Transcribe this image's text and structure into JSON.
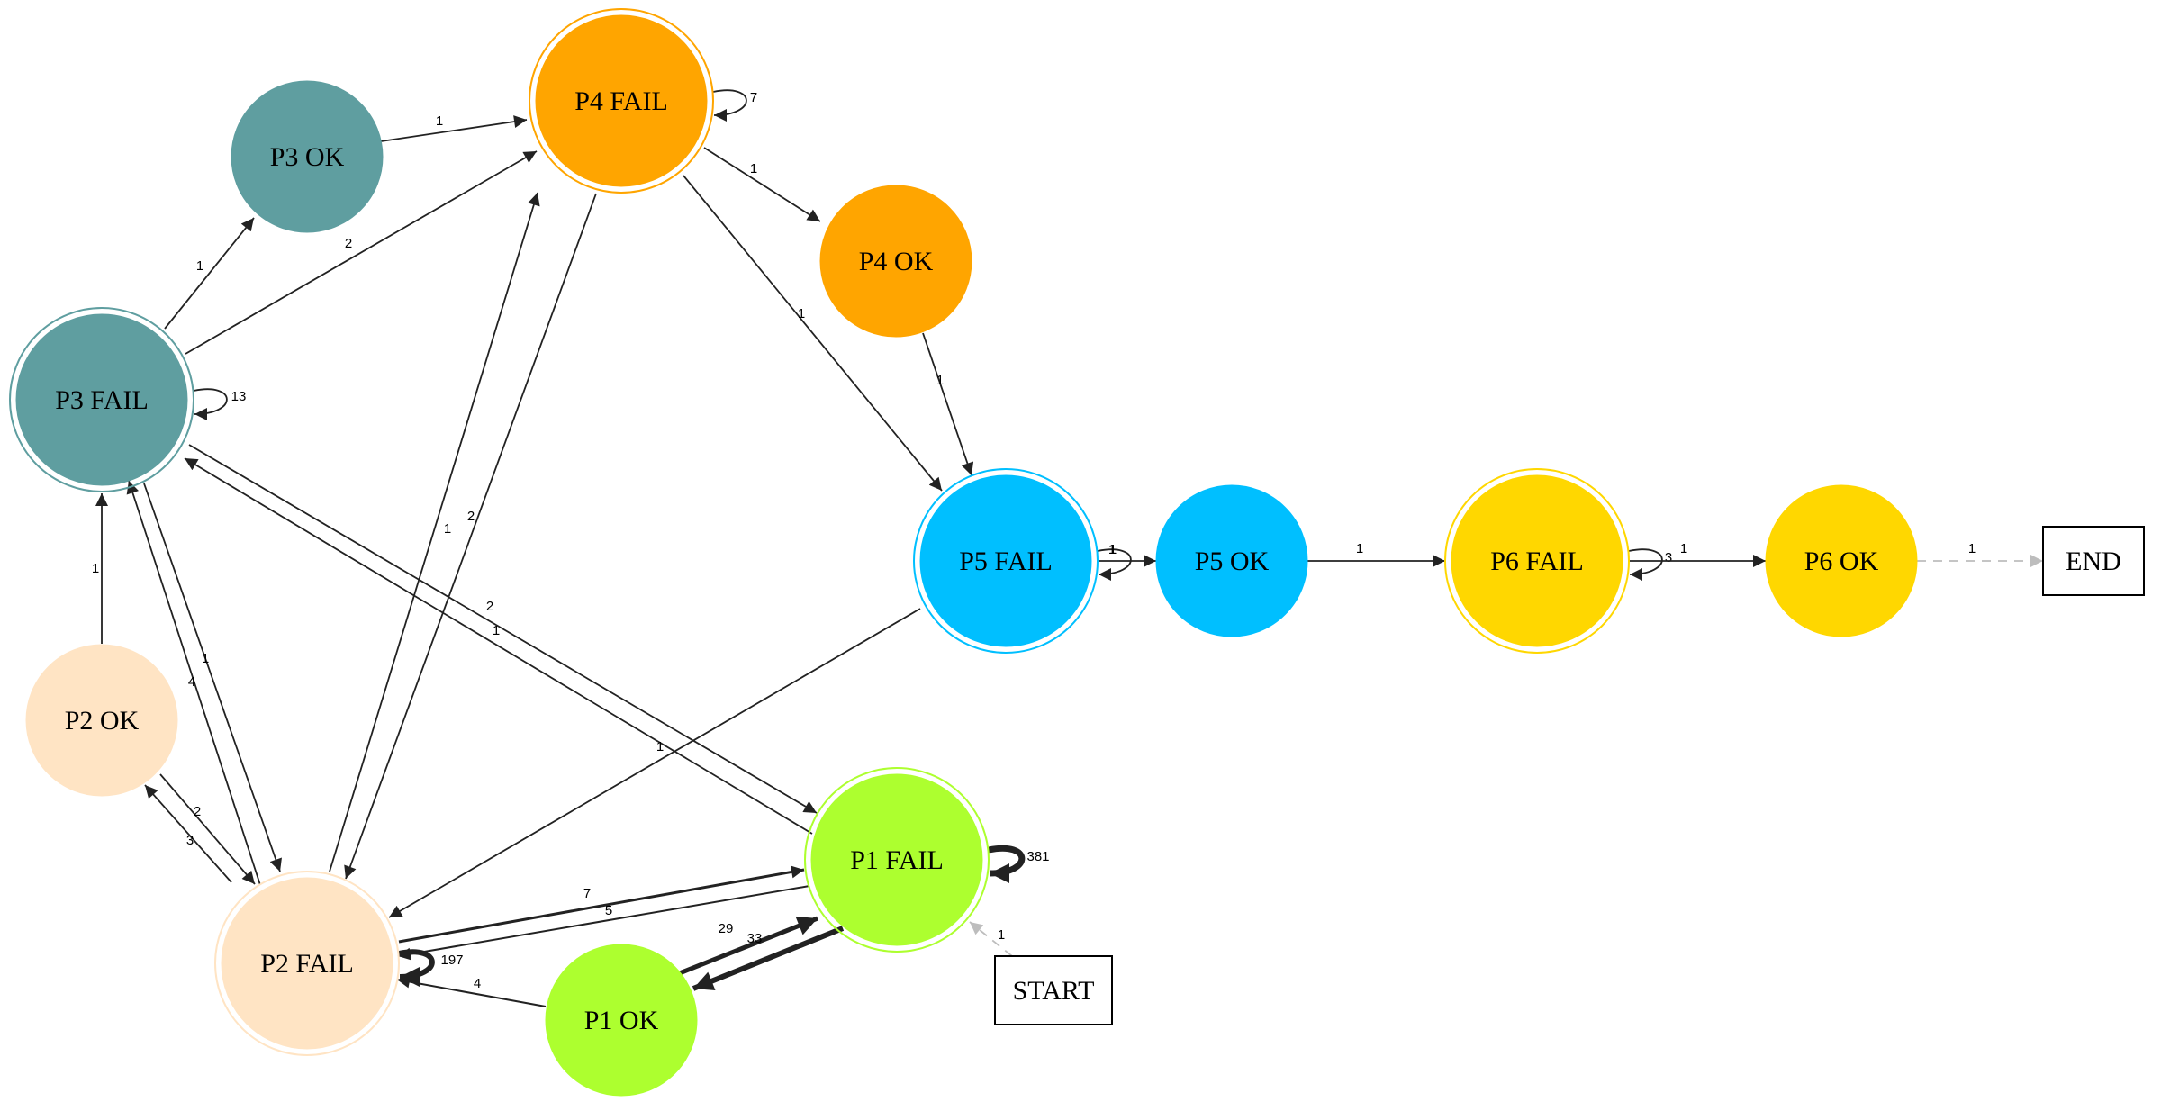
{
  "nodes": [
    {
      "id": "p4fail",
      "label": "P4 FAIL",
      "color": "#FFA500",
      "shape": "doublecircle"
    },
    {
      "id": "p3ok",
      "label": "P3 OK",
      "color": "#5F9EA0",
      "shape": "circle"
    },
    {
      "id": "p4ok",
      "label": "P4 OK",
      "color": "#FFA500",
      "shape": "circle"
    },
    {
      "id": "p3fail",
      "label": "P3 FAIL",
      "color": "#5F9EA0",
      "shape": "doublecircle"
    },
    {
      "id": "p5fail",
      "label": "P5 FAIL",
      "color": "#00BFFF",
      "shape": "doublecircle"
    },
    {
      "id": "p5ok",
      "label": "P5 OK",
      "color": "#00BFFF",
      "shape": "circle"
    },
    {
      "id": "p6fail",
      "label": "P6 FAIL",
      "color": "#FFD700",
      "shape": "doublecircle"
    },
    {
      "id": "p6ok",
      "label": "P6 OK",
      "color": "#FFD700",
      "shape": "circle"
    },
    {
      "id": "end",
      "label": "END",
      "color": "#ffffff",
      "shape": "box"
    },
    {
      "id": "p2ok",
      "label": "P2 OK",
      "color": "#FFE4C4",
      "shape": "circle"
    },
    {
      "id": "p1fail",
      "label": "P1 FAIL",
      "color": "#ADFF2F",
      "shape": "doublecircle"
    },
    {
      "id": "p2fail",
      "label": "P2 FAIL",
      "color": "#FFE4C4",
      "shape": "doublecircle"
    },
    {
      "id": "p1ok",
      "label": "P1 OK",
      "color": "#ADFF2F",
      "shape": "circle"
    },
    {
      "id": "start",
      "label": "START",
      "color": "#ffffff",
      "shape": "box"
    }
  ],
  "edges": [
    {
      "from": "p4fail",
      "to": "p4fail",
      "label": "7"
    },
    {
      "from": "p3ok",
      "to": "p4fail",
      "label": "1"
    },
    {
      "from": "p3fail",
      "to": "p3ok",
      "label": "1"
    },
    {
      "from": "p3fail",
      "to": "p4fail",
      "label": "2"
    },
    {
      "from": "p4fail",
      "to": "p4ok",
      "label": "1"
    },
    {
      "from": "p4fail",
      "to": "p5fail",
      "label": "1"
    },
    {
      "from": "p4ok",
      "to": "p5fail",
      "label": "1"
    },
    {
      "from": "p3fail",
      "to": "p3fail",
      "label": "13"
    },
    {
      "from": "p2ok",
      "to": "p3fail",
      "label": "1"
    },
    {
      "from": "p3fail",
      "to": "p2fail",
      "label": "1"
    },
    {
      "from": "p2fail",
      "to": "p3fail",
      "label": "4"
    },
    {
      "from": "p3fail",
      "to": "p1fail",
      "label": "2"
    },
    {
      "from": "p1fail",
      "to": "p3fail",
      "label": "1"
    },
    {
      "from": "p2fail",
      "to": "p4fail",
      "label": "1"
    },
    {
      "from": "p4fail",
      "to": "p2fail",
      "label": "2"
    },
    {
      "from": "p5fail",
      "to": "p5fail",
      "label": "1"
    },
    {
      "from": "p5fail",
      "to": "p5ok",
      "label": "1"
    },
    {
      "from": "p5ok",
      "to": "p6fail",
      "label": "1"
    },
    {
      "from": "p6fail",
      "to": "p6fail",
      "label": "3"
    },
    {
      "from": "p6fail",
      "to": "p6ok",
      "label": "1"
    },
    {
      "from": "p6ok",
      "to": "end",
      "label": "1"
    },
    {
      "from": "p5fail",
      "to": "p2fail",
      "label": "1"
    },
    {
      "from": "p2ok",
      "to": "p2fail",
      "label": "2"
    },
    {
      "from": "p2fail",
      "to": "p2ok",
      "label": "3"
    },
    {
      "from": "p2fail",
      "to": "p2fail",
      "label": "197"
    },
    {
      "from": "p2fail",
      "to": "p1fail",
      "label": "7"
    },
    {
      "from": "p1fail",
      "to": "p2fail",
      "label": "5"
    },
    {
      "from": "p1ok",
      "to": "p2fail",
      "label": "4"
    },
    {
      "from": "p1ok",
      "to": "p1fail",
      "label": "29"
    },
    {
      "from": "p1fail",
      "to": "p1ok",
      "label": "33"
    },
    {
      "from": "p1fail",
      "to": "p1fail",
      "label": "381"
    },
    {
      "from": "start",
      "to": "p1fail",
      "label": "1"
    }
  ]
}
